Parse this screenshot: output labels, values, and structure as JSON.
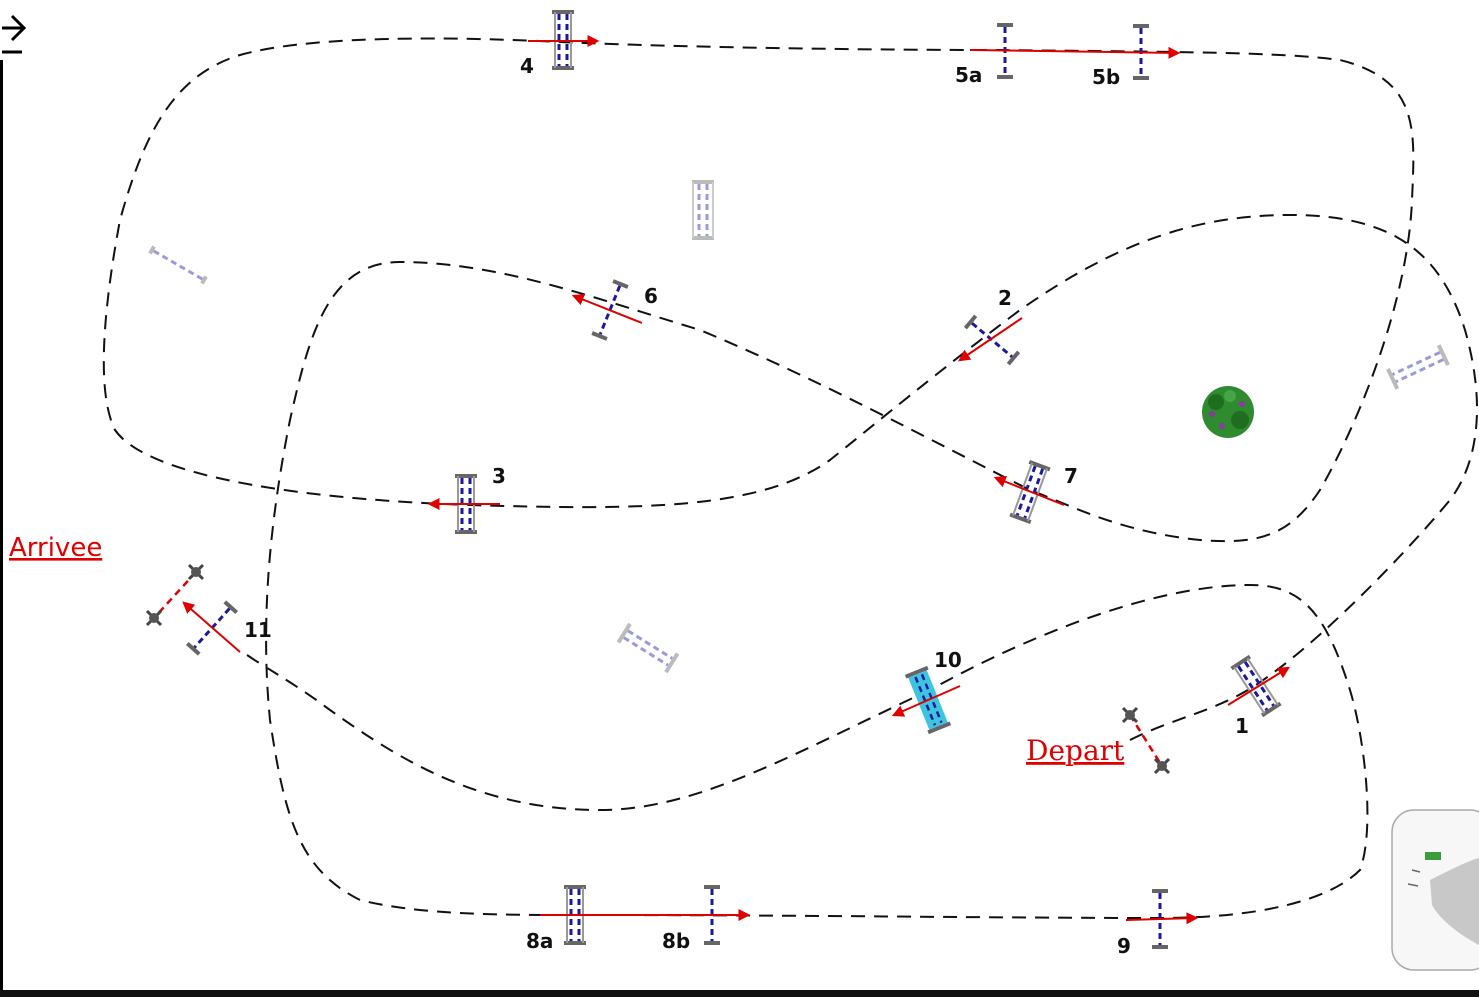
{
  "labels": {
    "arrivee": "Arrivee",
    "depart": "Depart"
  },
  "obstacles": [
    {
      "id": "1",
      "label": "1"
    },
    {
      "id": "2",
      "label": "2"
    },
    {
      "id": "3",
      "label": "3"
    },
    {
      "id": "4",
      "label": "4"
    },
    {
      "id": "5a",
      "label": "5a"
    },
    {
      "id": "5b",
      "label": "5b"
    },
    {
      "id": "6",
      "label": "6"
    },
    {
      "id": "7",
      "label": "7"
    },
    {
      "id": "8a",
      "label": "8a"
    },
    {
      "id": "8b",
      "label": "8b"
    },
    {
      "id": "9",
      "label": "9"
    },
    {
      "id": "10",
      "label": "10"
    },
    {
      "id": "11",
      "label": "11"
    }
  ],
  "icons": {
    "corner": "right-arrow-icon",
    "tree": "tree-icon",
    "thumbnail": "drawing-thumbnail-icon"
  },
  "colors": {
    "path": "#111111",
    "direction": "#e00000",
    "pole": "#1a1aa0",
    "ghost": "#9a9ad8",
    "water": "#3fc4e0",
    "tree": "#2e8b2e"
  }
}
